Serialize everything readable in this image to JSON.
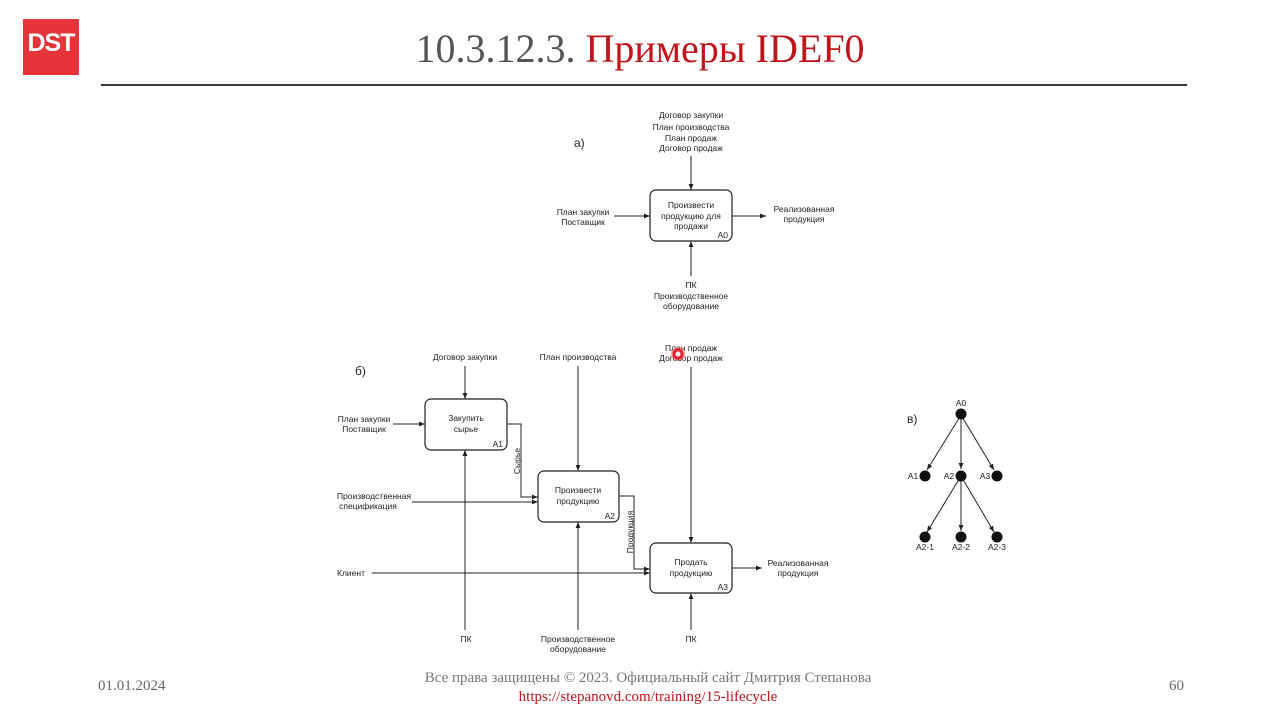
{
  "logo": {
    "text": "DST",
    "color": "#e5343a"
  },
  "title": {
    "number": "10.3.12.3.",
    "text": "Примеры IDEF0",
    "number_color": "#555555",
    "text_color": "#c0141b"
  },
  "diagram_a": {
    "label": "а)",
    "box": {
      "text_lines": [
        "Произвести",
        "продукцию для",
        "продажи"
      ],
      "code": "A0"
    },
    "controls": [
      "Договор закупки",
      "План производства",
      "План продаж",
      "Договор продаж"
    ],
    "inputs": [
      "План закупки",
      "Поставщик"
    ],
    "outputs": [
      "Реализованная",
      "продукция"
    ],
    "mechanisms": [
      "ПК",
      "Производственное",
      "оборудование"
    ]
  },
  "diagram_b": {
    "label": "б)",
    "box_a1": {
      "text_lines": [
        "Закупить",
        "сырье"
      ],
      "code": "A1"
    },
    "box_a2": {
      "text_lines": [
        "Произвести",
        "продукцию"
      ],
      "code": "A2"
    },
    "box_a3": {
      "text_lines": [
        "Продать",
        "продукцию"
      ],
      "code": "A3"
    },
    "control_a1": "Договор закупки",
    "control_a2": "План производства",
    "control_a3": [
      "План продаж",
      "Договор продаж"
    ],
    "input_a1": [
      "План закупки",
      "Поставщик"
    ],
    "input_a2": [
      "Производственная",
      "спецификация"
    ],
    "input_a3": "Клиент",
    "flow_a1_a2": "Сырье",
    "flow_a2_a3": "Продукция",
    "output": [
      "Реализованная",
      "продукция"
    ],
    "mech_a1": "ПК",
    "mech_a2": [
      "Производственное",
      "оборудование"
    ],
    "mech_a3": "ПК"
  },
  "diagram_c": {
    "label": "в)",
    "root": "A0",
    "level1": [
      "A1",
      "A2",
      "A3"
    ],
    "level2": [
      "A2-1",
      "A2-2",
      "A2-3"
    ]
  },
  "footer": {
    "date": "01.01.2024",
    "copyright": "Все права защищены © 2023. Официальный сайт Дмитрия Степанова",
    "link": "https://stepanovd.com/training/15-lifecycle",
    "page": "60"
  }
}
